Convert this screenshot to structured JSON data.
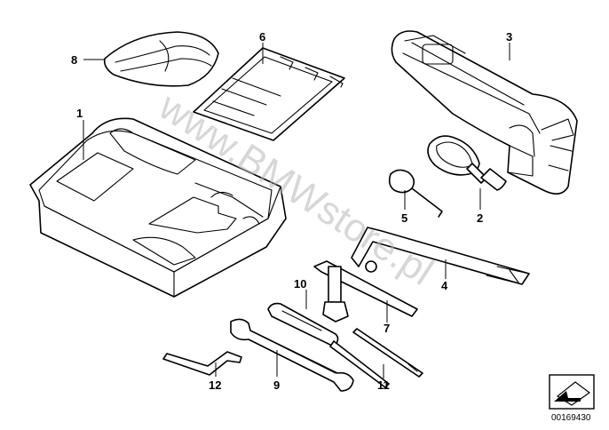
{
  "diagram": {
    "callouts": [
      "1",
      "2",
      "3",
      "4",
      "5",
      "6",
      "7",
      "8",
      "9",
      "10",
      "11",
      "12"
    ],
    "watermark": "www.BMWstore.pl",
    "document_number": "00169430"
  }
}
